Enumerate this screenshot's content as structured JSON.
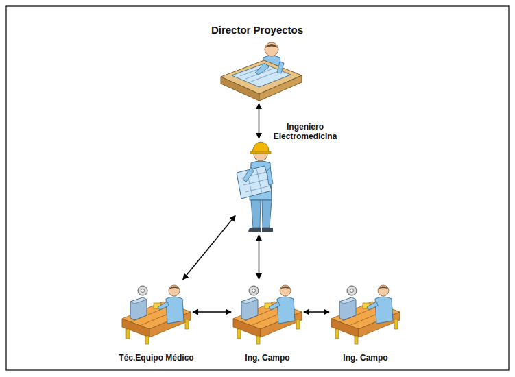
{
  "diagram": {
    "nodes": [
      {
        "text": [
          "Director Proyectos"
        ]
      },
      {
        "text": [
          "Ingeniero Electromedicina"
        ]
      },
      {
        "text": [
          "Téc.Equipo Médico"
        ]
      },
      {
        "text": [
          "Ing. Campo"
        ]
      },
      {
        "text": [
          "Ing. Campo"
        ]
      }
    ],
    "edges": [
      {
        "from": 0,
        "to": 1,
        "arrow": "both"
      },
      {
        "from": 1,
        "to": 2,
        "arrow": "both"
      },
      {
        "from": 1,
        "to": 3,
        "arrow": "both"
      },
      {
        "from": 2,
        "to": 3,
        "arrow": "both"
      },
      {
        "from": 3,
        "to": 4,
        "arrow": "both"
      }
    ]
  }
}
